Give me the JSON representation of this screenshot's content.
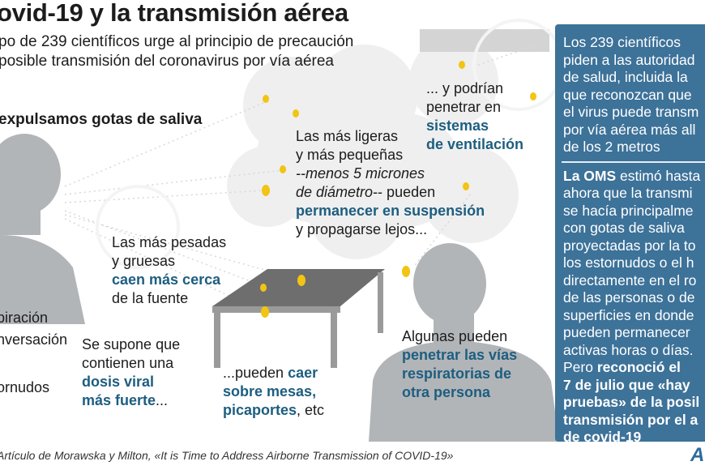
{
  "title": "ovid-19 y la transmisión aérea",
  "subtitle": [
    "po de 239 científicos urge al principio de precaución",
    "posible transmisión del coronavirus por vía aérea"
  ],
  "expel_heading": "expulsamos gotas de saliva",
  "sources": [
    "piración",
    "nversación",
    "ornudos"
  ],
  "light": {
    "l1": "Las más ligeras",
    "l2": "y más pequeñas",
    "l3": "--menos 5 micrones",
    "l4a": "de diámetro",
    "l4b": "-- pueden",
    "l5": "permanecer en suspensión",
    "l6": "y propagarse lejos..."
  },
  "vent": {
    "l1": "... y podrían",
    "l2": "penetrar en",
    "l3": "sistemas",
    "l4": "de ventilación"
  },
  "heavy": {
    "l1": "Las más pesadas",
    "l2": "y gruesas",
    "l3": "caen más cerca",
    "l4": "de la fuente"
  },
  "dose": {
    "l1": "Se supone que",
    "l2": "contienen una",
    "l3": "dosis viral",
    "l4a": "más fuerte",
    "l4b": "..."
  },
  "surfaces": {
    "l1a": "...pueden ",
    "l1b": "caer",
    "l2": "sobre mesas,",
    "l3a": "picaportes",
    "l3b": ", etc"
  },
  "airways": {
    "l1": "Algunas pueden",
    "l2": "penetrar las vías",
    "l3": "respiratorias de",
    "l4": "otra persona"
  },
  "panel": {
    "p1": [
      "Los 239 científicos",
      "piden a las autoridad",
      "de salud, incluida la",
      "que reconozcan que",
      "el virus puede transm",
      "por vía aérea más all",
      "de los 2 metros"
    ],
    "p2_bold": "La OMS",
    "p2_first": " estimó hasta",
    "p2": [
      "ahora que la transmi",
      "se hacía principalme",
      "con gotas de saliva",
      "proyectadas por la to",
      "los estornudos o el h",
      "directamente en el ro",
      "de las personas o de",
      "superficies en donde",
      "pueden permanecer",
      "activas horas o días."
    ],
    "p3_pre": "Pero ",
    "p3_bold_first": "reconoció el",
    "p3": [
      "7 de julio que «hay",
      "pruebas» de la posil",
      "transmisión por el a",
      "de covid-19"
    ]
  },
  "footer": "Artículo de Morawska y Milton, «It is Time to Address Airborne Transmission of COVID-19»",
  "logo": "A",
  "colors": {
    "panel": "#3d7299",
    "accent": "#1d5e80",
    "droplet": "#f2c413",
    "silhouette": "#b2b5b8",
    "cloud": "#efefef"
  }
}
